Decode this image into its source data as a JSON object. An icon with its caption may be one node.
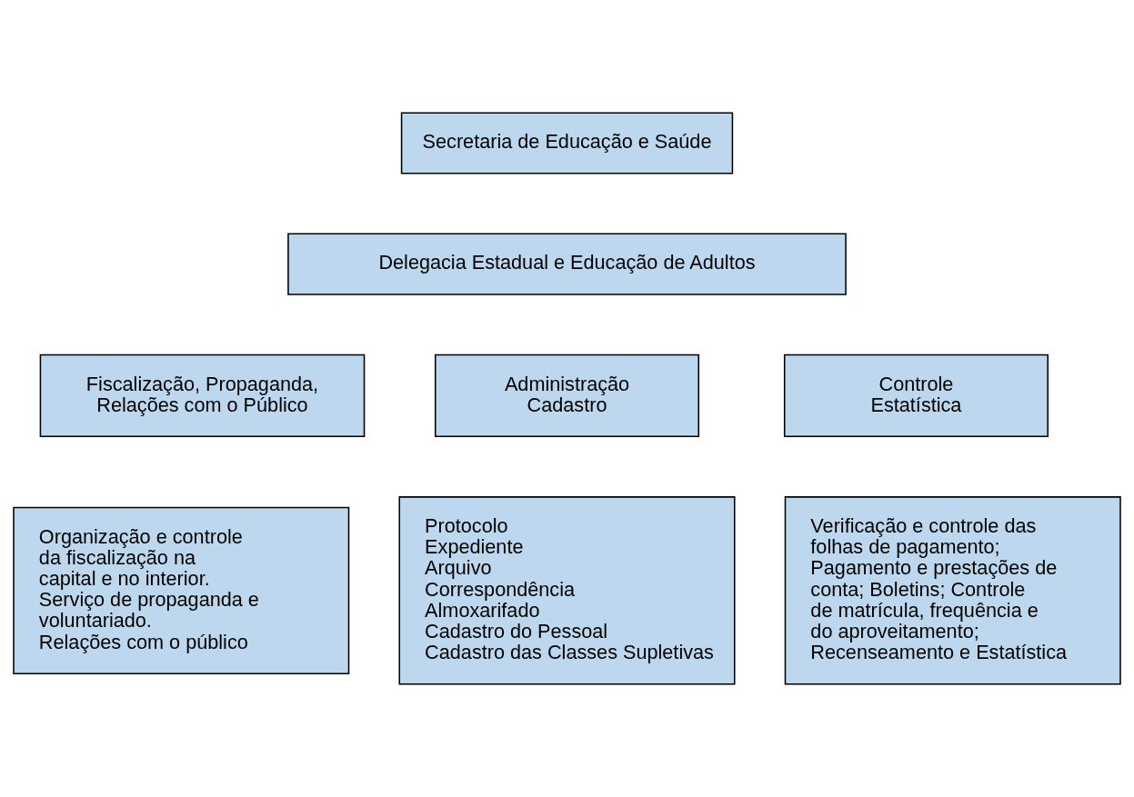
{
  "diagram": {
    "nodes": [
      {
        "text": [
          "Secretaria de Educação e Saúde"
        ]
      },
      {
        "text": [
          "Delegacia Estadual e Educação de Adultos"
        ]
      },
      {
        "text": [
          "Fiscalização, Propaganda, Relações com o Público"
        ]
      },
      {
        "text": [
          "Administração",
          "Cadastro"
        ]
      },
      {
        "text": [
          "Controle",
          "Estatística"
        ]
      },
      {
        "text": [
          "Organização e controle da fiscalização na capital e no interior.",
          "Serviço de propaganda e voluntariado.",
          "Relações com o público"
        ]
      },
      {
        "text": [
          "Protocolo",
          "Expediente",
          "Arquivo",
          "Correspondência",
          "Almoxarifado",
          "Cadastro do Pessoal",
          "Cadastro das Classes Supletivas"
        ]
      },
      {
        "text": [
          "Verificação e controle das folhas de pagamento; Pagamento e prestações de conta; Boletins; Controle de matrícula, frequência e do aproveitamento; Recenseamento e Estatística"
        ]
      }
    ],
    "edges": []
  }
}
